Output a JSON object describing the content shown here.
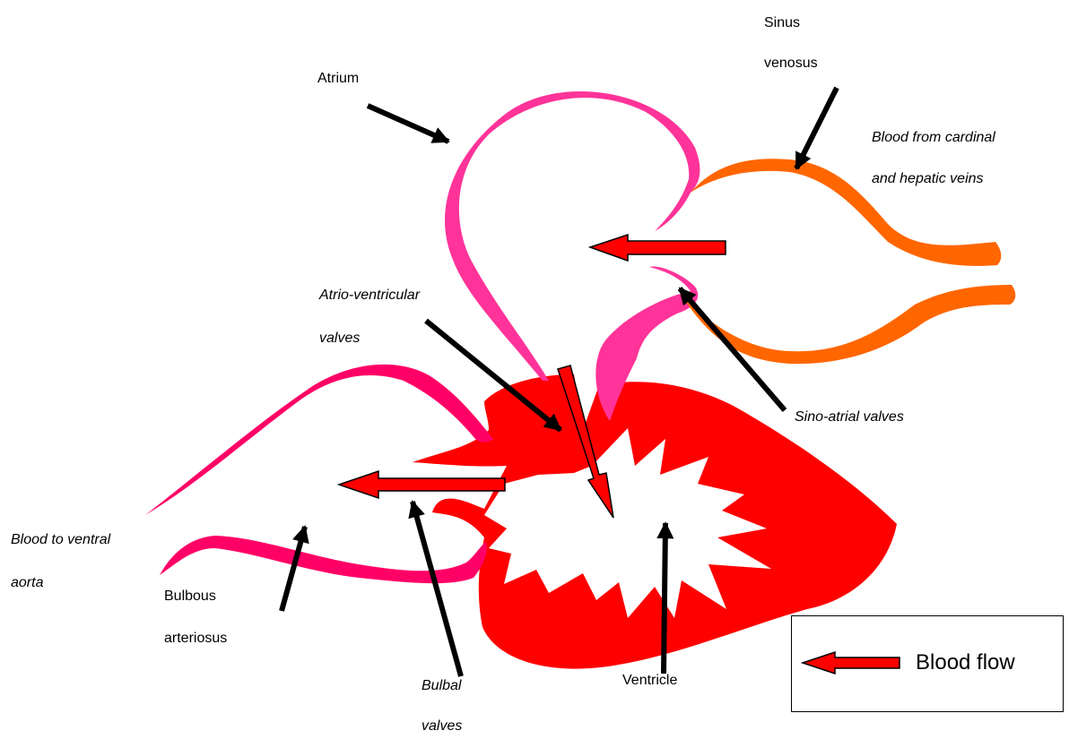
{
  "labels": {
    "atrium": "Atrium",
    "sinus_line1": "Sinus",
    "sinus_line2": "venosus",
    "blood_from_line1": "Blood from cardinal",
    "blood_from_line2": "and hepatic  veins",
    "av_line1": "Atrio-ventricular",
    "av_line2": "valves",
    "sinoatrial": "Sino-atrial valves",
    "blood_to_line1": "Blood to ventral",
    "blood_to_line2": "aorta",
    "bulbous_line1": "Bulbous",
    "bulbous_line2": "arteriosus",
    "bulbal_line1": "Bulbal",
    "bulbal_line2": "valves",
    "ventricle": "Ventricle"
  },
  "legend": {
    "label": "Blood flow"
  },
  "colors": {
    "atrium": "#ff3399",
    "sinus_venosus": "#ff6600",
    "bulbus": "#ff0066",
    "ventricle": "#ff0000",
    "flow_arrow_fill": "#ff0000",
    "pointer": "#000000"
  }
}
